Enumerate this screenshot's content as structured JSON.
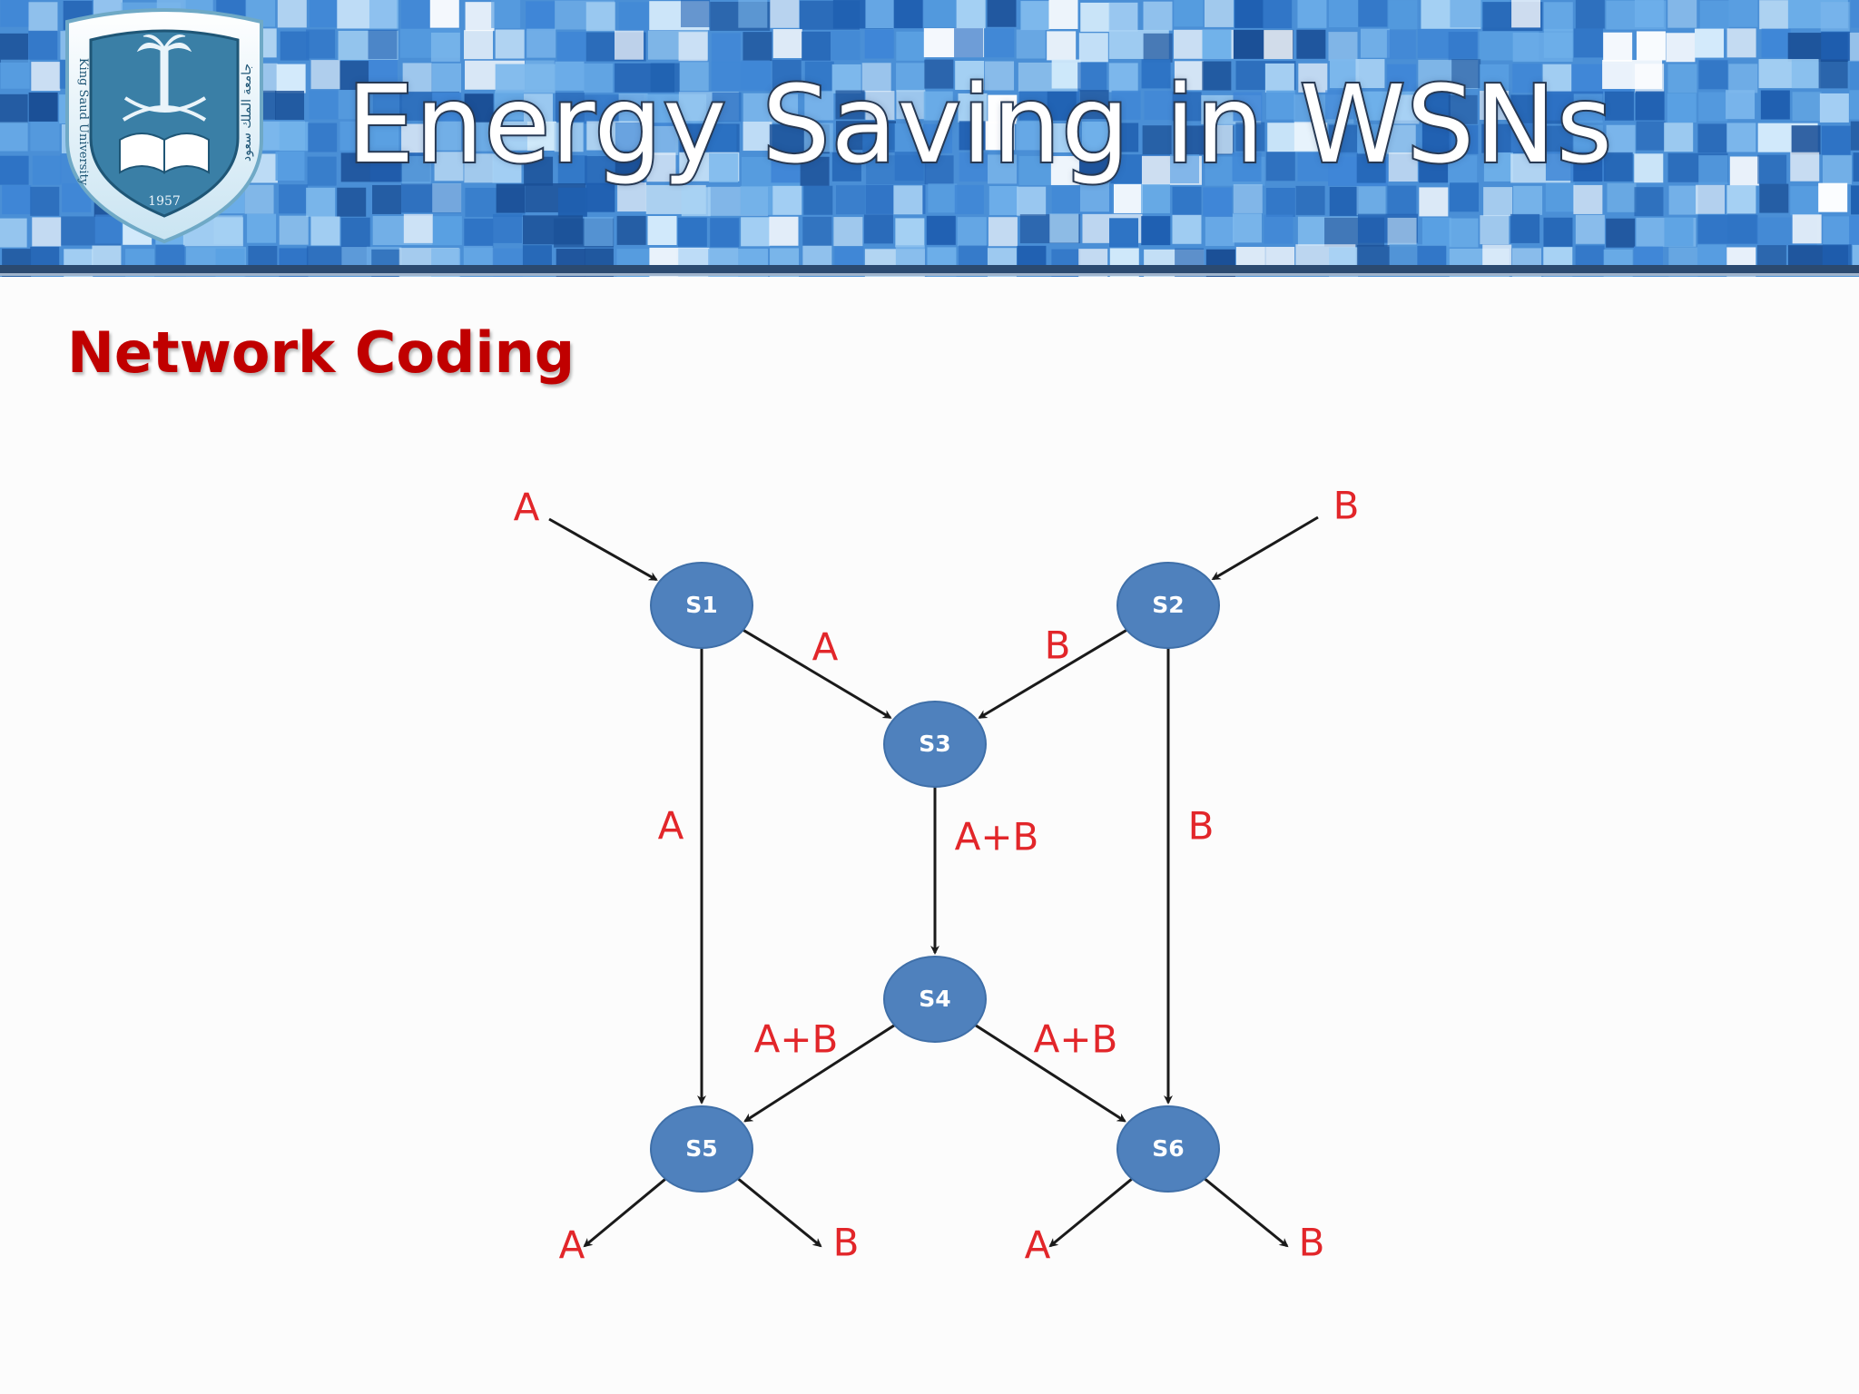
{
  "slide": {
    "title": "Energy Saving in WSNs",
    "heading": "Network Coding",
    "logo": {
      "emblem": "king-saud-university-seal",
      "text_left": "King Saud University",
      "text_bottom": "1957",
      "text_arabic": "جامعة الملك سعود"
    }
  },
  "colors": {
    "header_blue": "#3a7fc9",
    "header_rule": "#2b4a70",
    "heading_red": "#c00000",
    "node_fill": "#4f81bd",
    "edge_label_red": "#e2262a",
    "arrow": "#1a1a1a"
  },
  "diagram": {
    "nodes": [
      {
        "id": "S1",
        "label": "S1"
      },
      {
        "id": "S2",
        "label": "S2"
      },
      {
        "id": "S3",
        "label": "S3"
      },
      {
        "id": "S4",
        "label": "S4"
      },
      {
        "id": "S5",
        "label": "S5"
      },
      {
        "id": "S6",
        "label": "S6"
      }
    ],
    "edges": [
      {
        "from": "source-A",
        "to": "S1",
        "label": "A"
      },
      {
        "from": "source-B",
        "to": "S2",
        "label": "B"
      },
      {
        "from": "S1",
        "to": "S3",
        "label": "A"
      },
      {
        "from": "S2",
        "to": "S3",
        "label": "B"
      },
      {
        "from": "S1",
        "to": "S5",
        "label": "A"
      },
      {
        "from": "S2",
        "to": "S6",
        "label": "B"
      },
      {
        "from": "S3",
        "to": "S4",
        "label": "A+B"
      },
      {
        "from": "S4",
        "to": "S5",
        "label": "A+B"
      },
      {
        "from": "S4",
        "to": "S6",
        "label": "A+B"
      },
      {
        "from": "S5",
        "to": "out-5A",
        "label": "A"
      },
      {
        "from": "S5",
        "to": "out-5B",
        "label": "B"
      },
      {
        "from": "S6",
        "to": "out-6A",
        "label": "A"
      },
      {
        "from": "S6",
        "to": "out-6B",
        "label": "B"
      }
    ]
  }
}
